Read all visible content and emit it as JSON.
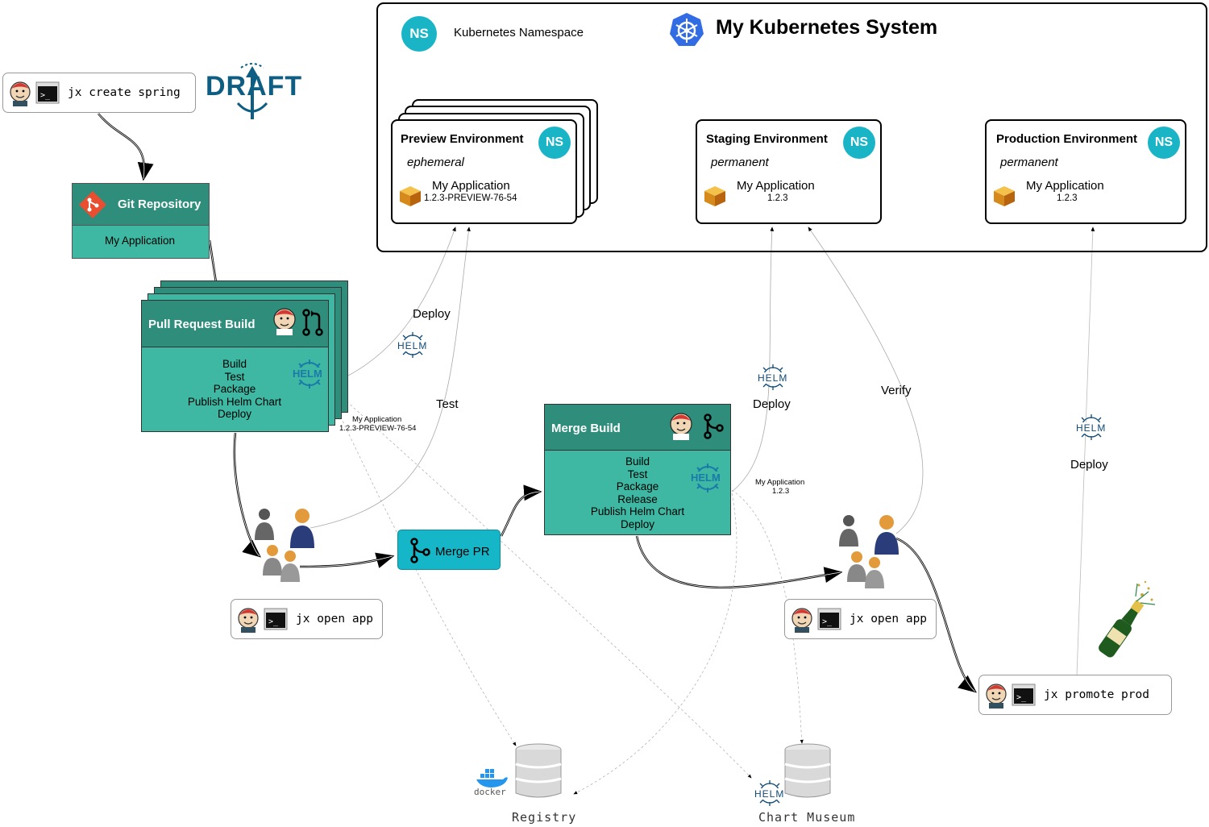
{
  "system": {
    "title": "My Kubernetes System",
    "ns_legend": "Kubernetes Namespace",
    "ns_badge": "NS"
  },
  "environments": [
    {
      "title": "Preview Environment",
      "kind": "ephemeral",
      "app": "My Application",
      "version": "1.2.3-PREVIEW-76-54",
      "badge": "NS"
    },
    {
      "title": "Staging Environment",
      "kind": "permanent",
      "app": "My Application",
      "version": "1.2.3",
      "badge": "NS"
    },
    {
      "title": "Production Environment",
      "kind": "permanent",
      "app": "My Application",
      "version": "1.2.3",
      "badge": "NS"
    }
  ],
  "commands": {
    "create": "jx create spring",
    "open_app_1": "jx open app",
    "open_app_2": "jx open app",
    "promote": "jx promote prod"
  },
  "draft_logo": "DRAFT",
  "git_repo": {
    "title": "Git Repository",
    "app": "My Application"
  },
  "pr_build": {
    "title": "Pull Request Build",
    "steps": [
      "Build",
      "Test",
      "Package",
      "Publish Helm Chart",
      "Deploy"
    ]
  },
  "merge_build": {
    "title": "Merge Build",
    "steps": [
      "Build",
      "Test",
      "Package",
      "Release",
      "Publish Helm Chart",
      "Deploy"
    ]
  },
  "merge_pr": {
    "label": "Merge PR"
  },
  "labels": {
    "deploy_preview": "Deploy",
    "test": "Test",
    "deploy_staging": "Deploy",
    "verify": "Verify",
    "deploy_prod": "Deploy",
    "pr_artifact_app": "My Application",
    "pr_artifact_ver": "1.2.3-PREVIEW-76-54",
    "merge_artifact_app": "My Application",
    "merge_artifact_ver": "1.2.3",
    "helm": "HELM"
  },
  "stores": {
    "registry": "Registry",
    "chart_museum": "Chart Museum",
    "docker": "docker"
  },
  "colors": {
    "teal_header": "#2e8d7b",
    "teal_body": "#3fb8a3",
    "ns_badge": "#19b5c7",
    "k8s_blue": "#326ce5",
    "helm_blue": "#0f4a76",
    "merge_pr": "#15b6c8"
  },
  "icons": [
    "jenkins-icon",
    "terminal-icon",
    "git-icon",
    "pull-request-icon",
    "merge-icon",
    "helm-icon",
    "kubernetes-icon",
    "package-icon",
    "people-icon",
    "database-icon",
    "docker-icon",
    "champagne-icon"
  ]
}
